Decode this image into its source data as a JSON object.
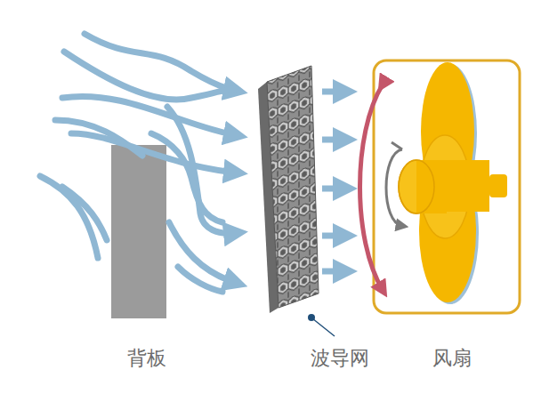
{
  "diagram": {
    "labels": [
      "背板",
      "波导网",
      "风扇"
    ]
  }
}
